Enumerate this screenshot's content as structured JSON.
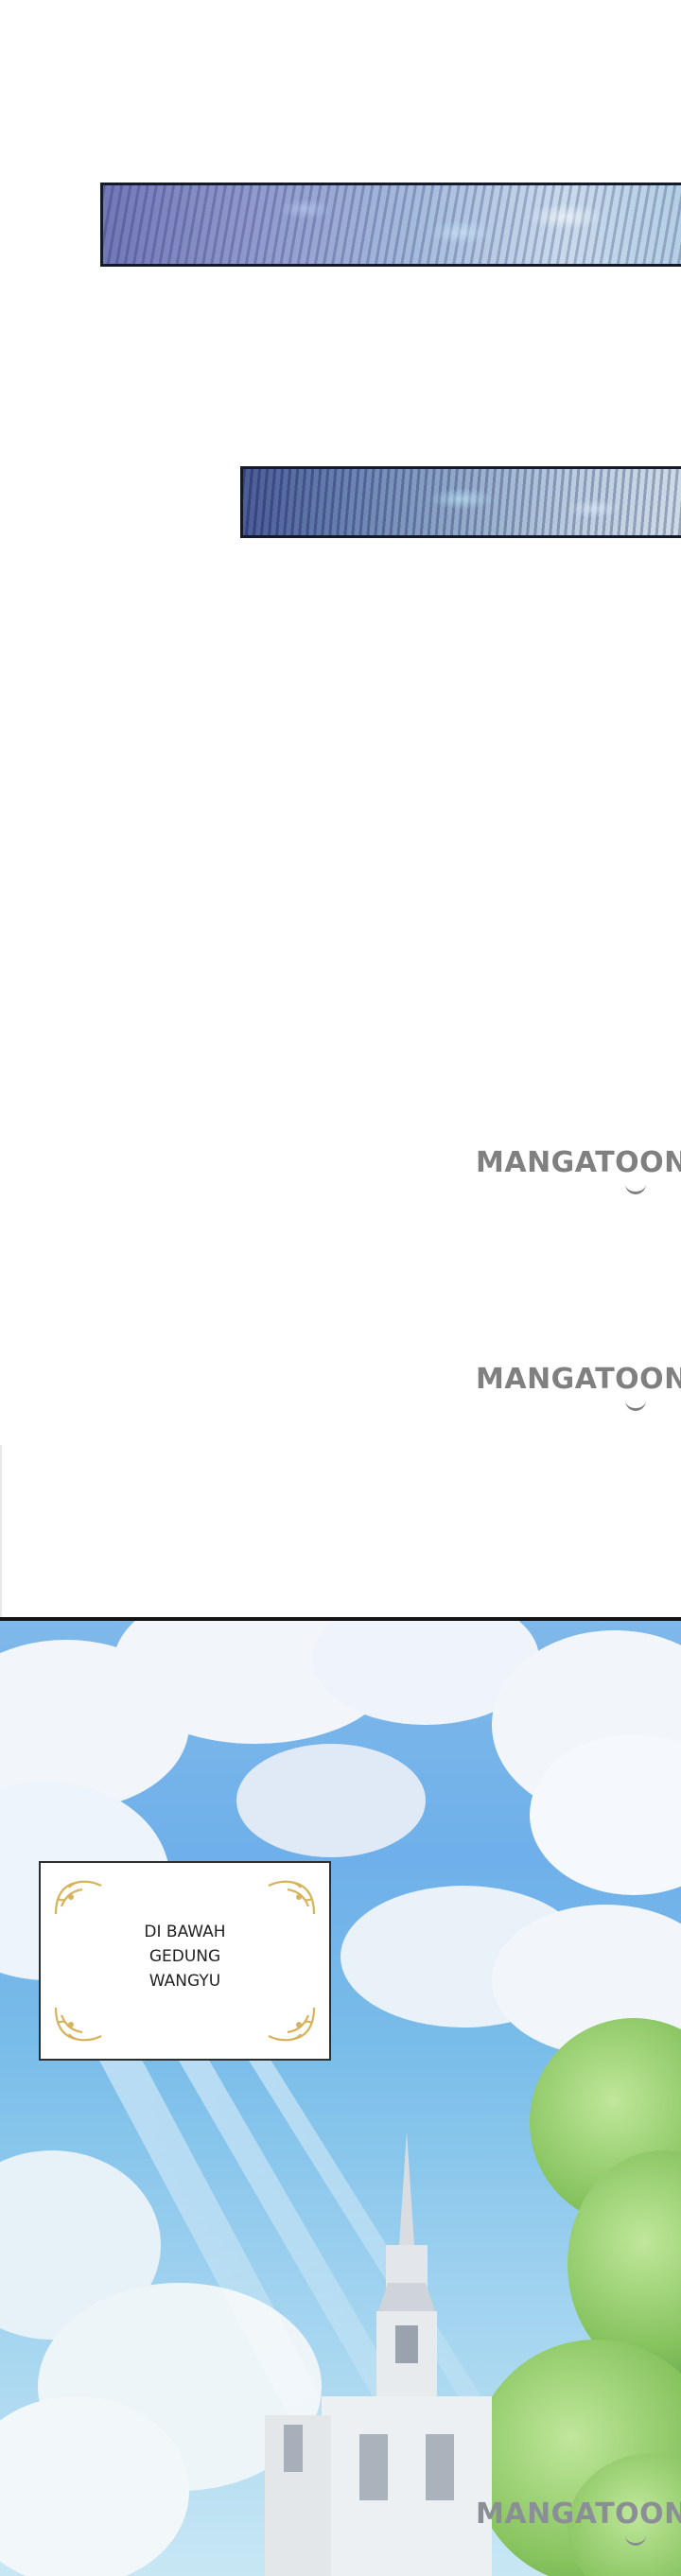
{
  "caption": {
    "lines": [
      "DI BAWAH",
      "GEDUNG",
      "WANGYU"
    ]
  },
  "watermarks": [
    "MANGATOON",
    "MANGATOON",
    "MANGATOON"
  ],
  "icons": {
    "caption_corner": "ornate-corner-icon",
    "watermark_smile": "smile-icon"
  },
  "colors": {
    "caption_ornament": "#d6b35c",
    "watermark": "#808080",
    "sky": "#6fb0ea",
    "panel_border": "#141414"
  }
}
